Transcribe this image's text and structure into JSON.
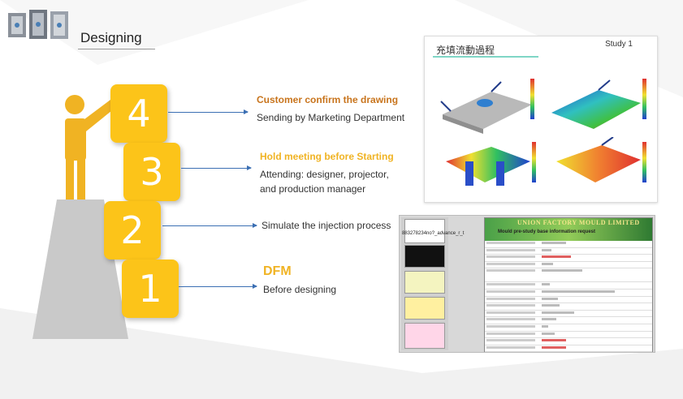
{
  "header": {
    "title": "Designing"
  },
  "steps": [
    {
      "number": "4",
      "title": "Customer confirm the drawing",
      "title_color": "#c8741c",
      "desc": [
        "Sending by Marketing Department"
      ]
    },
    {
      "number": "3",
      "title": "Hold meeting before Starting",
      "title_color": "#f0b323",
      "desc": [
        "Attending: designer, projector,",
        "and production manager"
      ]
    },
    {
      "number": "2",
      "title": "",
      "title_color": "",
      "desc": [
        "Simulate the injection process"
      ]
    },
    {
      "number": "1",
      "title": "DFM",
      "title_color": "#f0b323",
      "desc": [
        "Before designing"
      ]
    }
  ],
  "panel1": {
    "title": "充填流動過程",
    "label": "Study 1"
  },
  "panel2": {
    "doc_company": "UNION FACTORY MOULD LIMITED",
    "doc_subtitle": "Mould pre-study base information request",
    "doc_id": "883278234no?_advance_r_t"
  },
  "colors": {
    "box": "#fcc419",
    "figure": "#f0b323",
    "pedestal": "#c8c8c8",
    "arrow": "#3b6fb3"
  }
}
